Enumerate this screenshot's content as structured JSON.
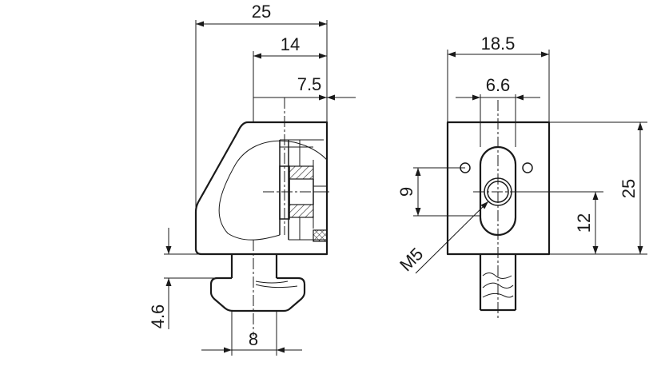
{
  "dimensions": {
    "overall_width": "25",
    "width_14": "14",
    "width_7_5": "7.5",
    "height_4_6": "4.6",
    "tslot_width": "8",
    "front_width": "18.5",
    "slot_width": "6.6",
    "hole_spacing": "9",
    "front_height": "25",
    "center_height": "12",
    "thread_label": "M5"
  },
  "colors": {
    "line": "#1a1a1a",
    "background": "#ffffff"
  }
}
